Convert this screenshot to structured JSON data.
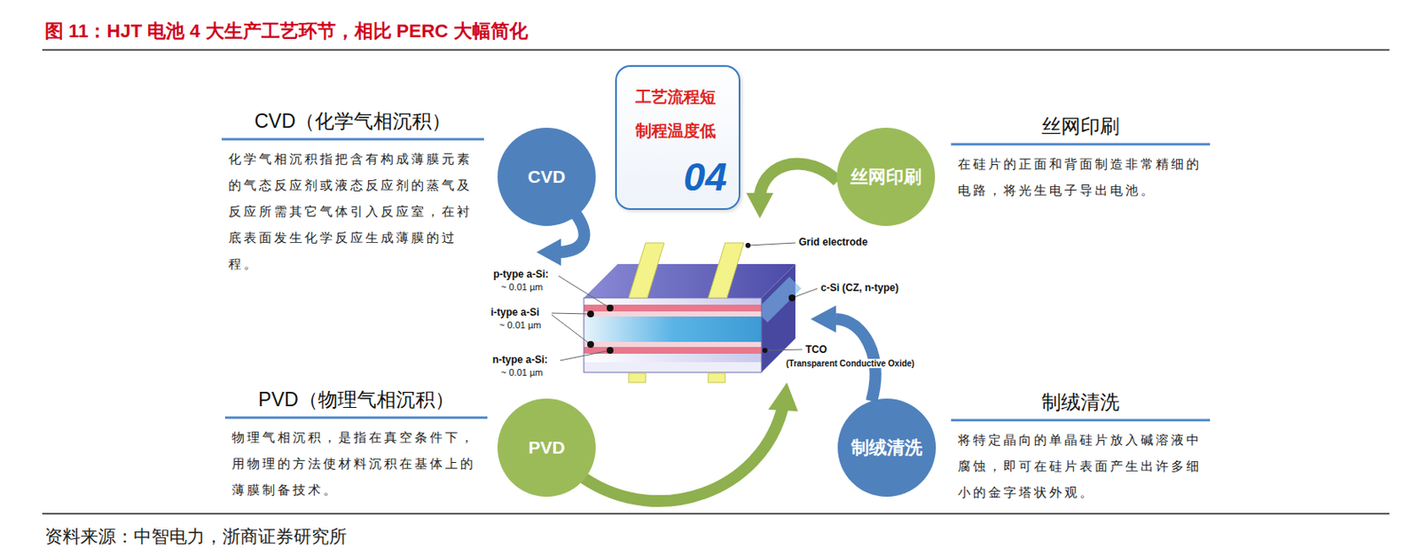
{
  "diagram": {
    "title": "图 11：HJT 电池 4 大生产工艺环节，相比 PERC 大幅简化",
    "nodes": [
      {
        "text": [
          "CVD（化学气相沉积）",
          "化学气相沉积指把含有构成薄膜元素的气态反应剂或液态反应剂的蒸气及反应所需其它气体引入反应室，在衬底表面发生化学反应生成薄膜的过程。"
        ]
      },
      {
        "text": [
          "CVD"
        ]
      },
      {
        "text": [
          "工艺流程短 制程温度低",
          "04"
        ]
      },
      {
        "text": [
          "丝网印刷"
        ]
      },
      {
        "text": [
          "丝网印刷",
          "在硅片的正面和背面制造非常精细的电路，将光生电子导出电池。"
        ]
      },
      {
        "text": [
          "PVD（物理气相沉积）",
          "物理气相沉积，是指在真空条件下，用物理的方法使材料沉积在基体上的薄膜制备技术。"
        ]
      },
      {
        "text": [
          "PVD"
        ]
      },
      {
        "text": [
          "制绒清洗"
        ]
      },
      {
        "text": [
          "制绒清洗",
          "将特定晶向的单晶硅片放入碱溶液中腐蚀，即可在硅片表面产生出许多细小的金字塔状外观。"
        ]
      }
    ],
    "labels": [
      "Grid electrode",
      "p-type a-Si:",
      "~ 0.01 µm",
      "i-type a-Si",
      "~ 0.01 µm",
      "n-type a-Si:",
      "~ 0.01 µm",
      "c-Si (CZ, n-type)",
      "TCO",
      "(Transparent Conductive Oxide)",
      "资料来源：中智电力，浙商证券研究所"
    ]
  }
}
